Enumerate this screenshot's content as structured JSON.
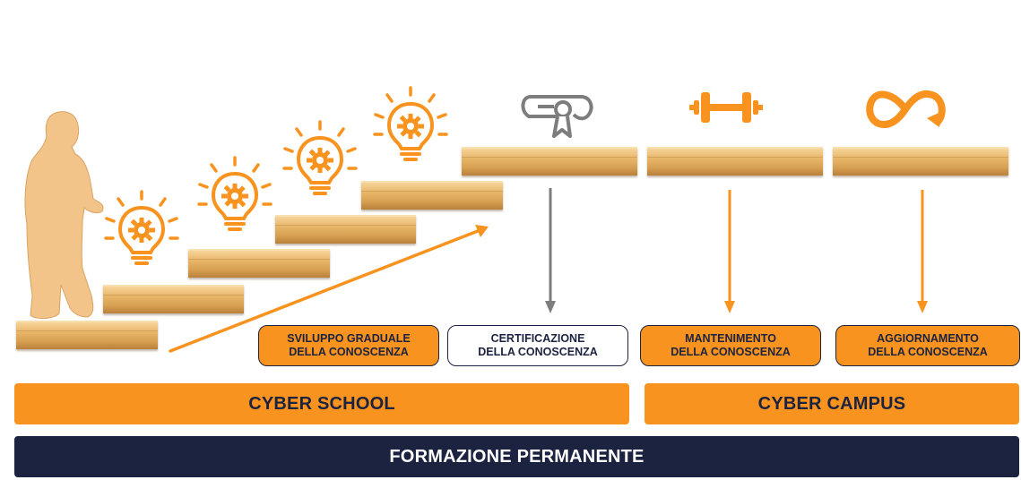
{
  "colors": {
    "orange": "#f7931e",
    "navy": "#1c2340",
    "gray": "#7d7d7d",
    "wood": "#e3ad5f"
  },
  "icons": {
    "steps": [
      "lightbulb-gear-icon",
      "lightbulb-gear-icon",
      "lightbulb-gear-icon",
      "lightbulb-gear-icon"
    ],
    "certification": "diploma-icon",
    "maintenance": "dumbbell-icon",
    "update": "infinity-loop-icon",
    "person": "climbing-person-silhouette"
  },
  "labels": {
    "development": {
      "line1": "SVILUPPO GRADUALE",
      "line2": "DELLA CONOSCENZA"
    },
    "certification": {
      "line1": "CERTIFICAZIONE",
      "line2": "DELLA CONOSCENZA"
    },
    "maintenance": {
      "line1": "MANTENIMENTO",
      "line2": "DELLA CONOSCENZA"
    },
    "update": {
      "line1": "AGGIORNAMENTO",
      "line2": "DELLA CONOSCENZA"
    }
  },
  "bars": {
    "school": "CYBER SCHOOL",
    "campus": "CYBER CAMPUS",
    "permanent": "FORMAZIONE PERMANENTE"
  }
}
